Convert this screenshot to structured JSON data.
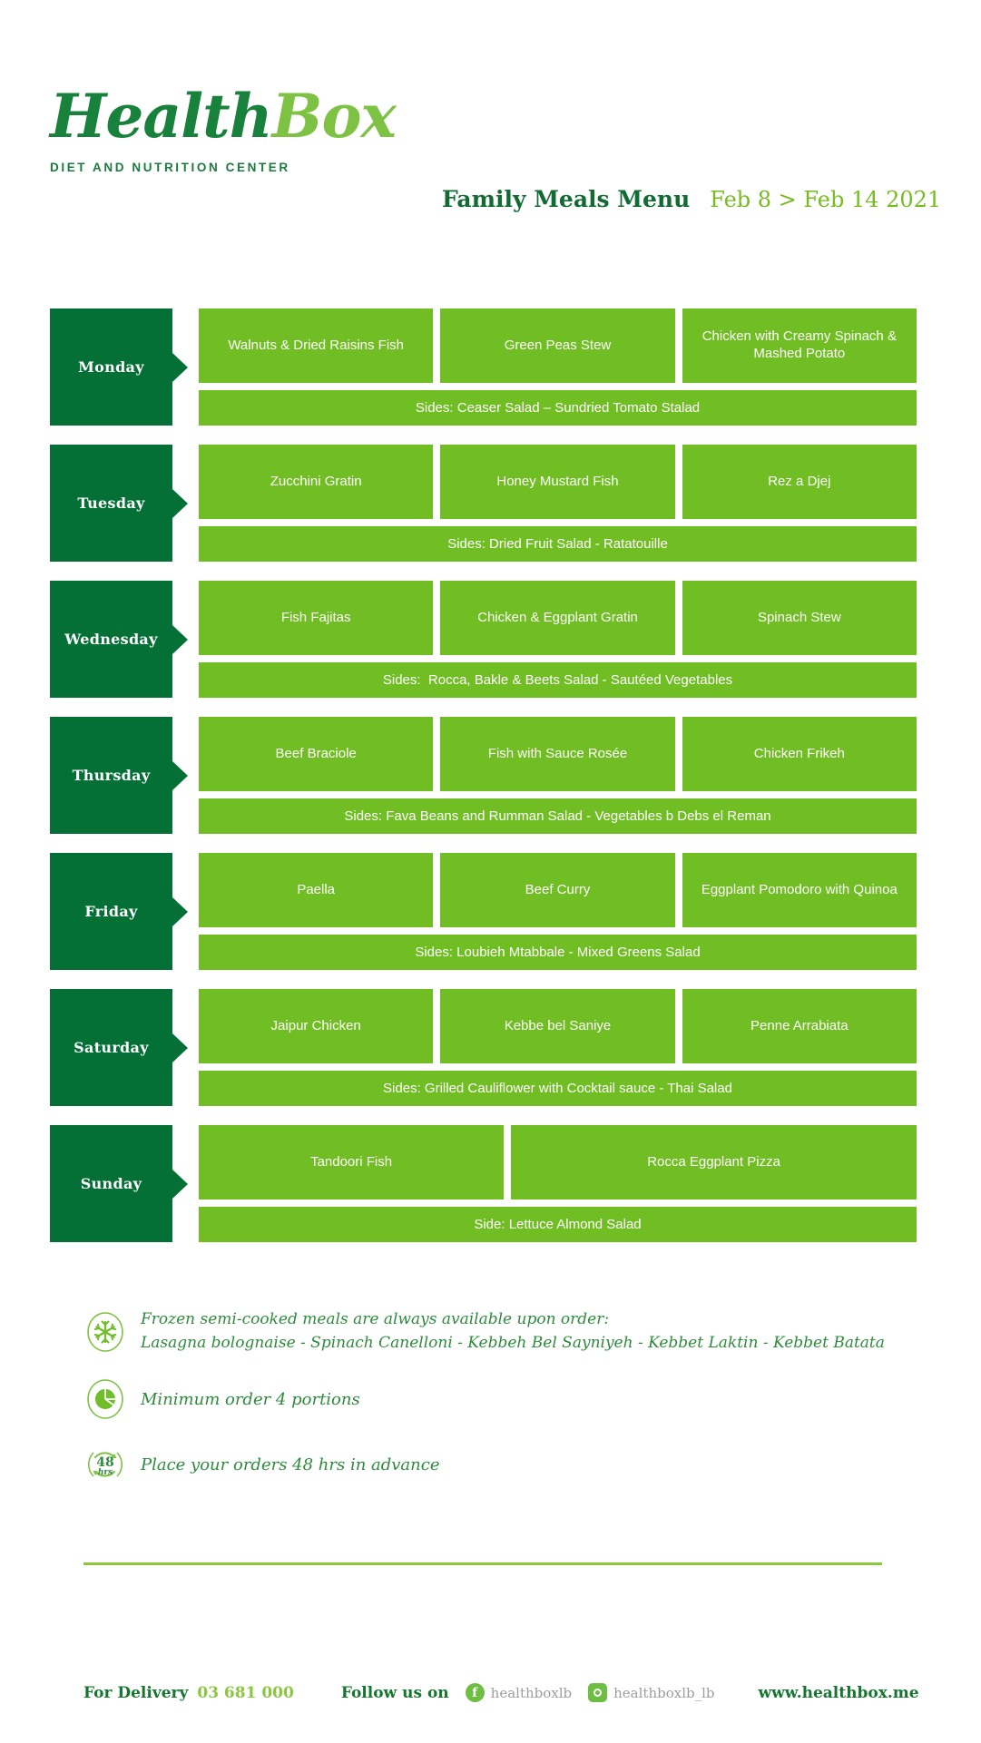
{
  "brand": {
    "logo_health": "Health",
    "logo_box": "Box",
    "tagline": "DIET AND NUTRITION CENTER"
  },
  "header": {
    "title": "Family Meals Menu",
    "date_range": "Feb 8 > Feb 14 2021"
  },
  "days": [
    {
      "label": "Monday",
      "meals": [
        "Walnuts & Dried Raisins Fish",
        "Green Peas Stew",
        "Chicken with Creamy Spinach & Mashed Potato"
      ],
      "sides": "Sides: Ceaser Salad – Sundried Tomato Stalad"
    },
    {
      "label": "Tuesday",
      "meals": [
        "Zucchini Gratin",
        "Honey Mustard Fish",
        "Rez a Djej"
      ],
      "sides": "Sides: Dried Fruit Salad - Ratatouille"
    },
    {
      "label": "Wednesday",
      "meals": [
        "Fish Fajitas",
        "Chicken & Eggplant Gratin",
        "Spinach Stew"
      ],
      "sides": "Sides:  Rocca, Bakle & Beets Salad - Sautéed Vegetables"
    },
    {
      "label": "Thursday",
      "meals": [
        "Beef Braciole",
        "Fish with Sauce Rosée",
        "Chicken Frikeh"
      ],
      "sides": "Sides: Fava Beans and Rumman Salad - Vegetables b Debs el Reman"
    },
    {
      "label": "Friday",
      "meals": [
        "Paella",
        "Beef Curry",
        "Eggplant Pomodoro with Quinoa"
      ],
      "sides": "Sides: Loubieh Mtabbale - Mixed Greens Salad"
    },
    {
      "label": "Saturday",
      "meals": [
        "Jaipur Chicken",
        "Kebbe bel Saniye",
        "Penne Arrabiata"
      ],
      "sides": "Sides: Grilled Cauliflower with Cocktail sauce - Thai Salad"
    },
    {
      "label": "Sunday",
      "meals": [
        "Tandoori Fish",
        "Rocca Eggplant Pizza"
      ],
      "sides": "Side: Lettuce Almond Salad"
    }
  ],
  "notes": [
    {
      "icon": "snowflake-icon",
      "text": "Frozen semi-cooked meals are always available upon order:\nLasagna bolognaise - Spinach Canelloni - Kebbeh Bel Sayniyeh - Kebbet Laktin - Kebbet Batata"
    },
    {
      "icon": "pie-chart-icon",
      "text": "Minimum order 4 portions"
    },
    {
      "icon": "clock-48hrs-icon",
      "text": "Place your orders 48 hrs in advance"
    }
  ],
  "note_icon_labels": {
    "hours_number": "48",
    "hours_unit": "hrs"
  },
  "footer": {
    "delivery_label": "For Delivery",
    "delivery_number": "03 681 000",
    "follow_label": "Follow us on",
    "facebook_handle": "healthboxlb",
    "facebook_glyph": "f",
    "instagram_handle": "healthboxlb_lb",
    "website": "www.healthbox.me"
  },
  "colors": {
    "dark_green": "#047036",
    "light_green": "#71BE24",
    "accent_green": "#8DC63F",
    "title_green": "#126B33",
    "note_green": "#2E8B3D",
    "handle_gray": "#9D9D9D"
  }
}
